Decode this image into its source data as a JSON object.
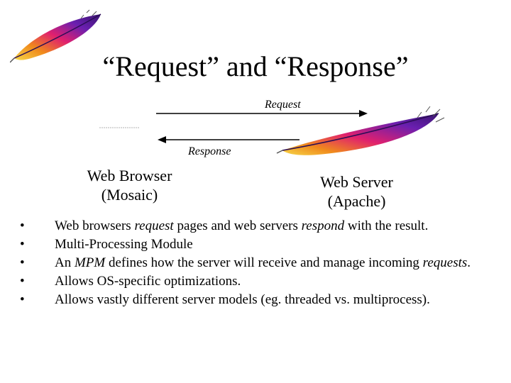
{
  "slide": {
    "title": "“Request” and “Response”",
    "request_label": "Request",
    "response_label": "Response",
    "browser": {
      "line1": "Web Browser",
      "line2": "(Mosaic)"
    },
    "server": {
      "line1": "Web Server",
      "line2": "(Apache)"
    },
    "bullet_glyph": "•",
    "bullets": [
      {
        "parts": [
          {
            "text": "Web browsers ",
            "italic": false
          },
          {
            "text": "request",
            "italic": true
          },
          {
            "text": " pages and web servers ",
            "italic": false
          },
          {
            "text": "respond",
            "italic": true
          },
          {
            "text": " with the result.",
            "italic": false
          }
        ]
      },
      {
        "parts": [
          {
            "text": "Multi-Processing Module",
            "italic": false
          }
        ]
      },
      {
        "parts": [
          {
            "text": "An ",
            "italic": false
          },
          {
            "text": "MPM",
            "italic": true
          },
          {
            "text": " defines how the server will receive and manage incoming ",
            "italic": false
          },
          {
            "text": "requests",
            "italic": true
          },
          {
            "text": ".",
            "italic": false
          }
        ]
      },
      {
        "parts": [
          {
            "text": "Allows OS-specific optimizations.",
            "italic": false
          }
        ]
      },
      {
        "parts": [
          {
            "text": "Allows vastly different server models (eg. threaded vs. multiprocess).",
            "italic": false
          }
        ]
      }
    ]
  },
  "icons": [
    "apache-feather-icon"
  ],
  "colors": {
    "feather_purple": "#6a1fb0",
    "feather_magenta": "#e0206e",
    "feather_orange": "#f08a1c",
    "feather_yellow": "#f6d84a"
  }
}
